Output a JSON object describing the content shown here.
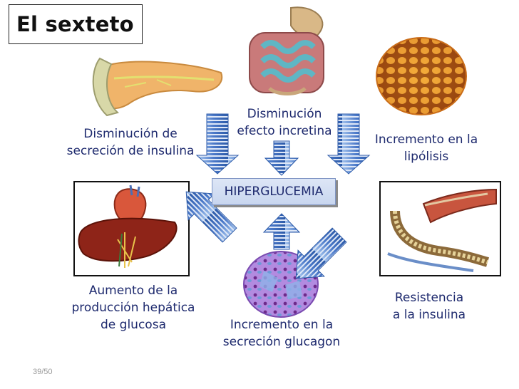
{
  "title": "El sexteto",
  "center": "HIPERGLUCEMIA",
  "factors": {
    "insulin_secretion": [
      "Disminución de",
      "secreción de insulina"
    ],
    "incretin": [
      "Disminución",
      "efecto incretina"
    ],
    "lipolysis": [
      "Incremento en la",
      "lipólisis"
    ],
    "hepatic": [
      "Aumento de la",
      "producción hepática",
      "de glucosa"
    ],
    "glucagon": [
      "Incremento en la",
      "secreción glucagon"
    ],
    "insulin_resistance": [
      "Resistencia",
      "a la insulina"
    ]
  },
  "page_number": "39/50",
  "icons": [
    "pancreas-icon",
    "intestine-icon",
    "adipose-tissue-icon",
    "liver-heart-icon",
    "pancreatic-islet-icon",
    "muscle-fiber-icon"
  ],
  "colors": {
    "arrow": "#4a78c8",
    "label": "#1e2a6e",
    "center_fill": "#d3ddf2"
  }
}
